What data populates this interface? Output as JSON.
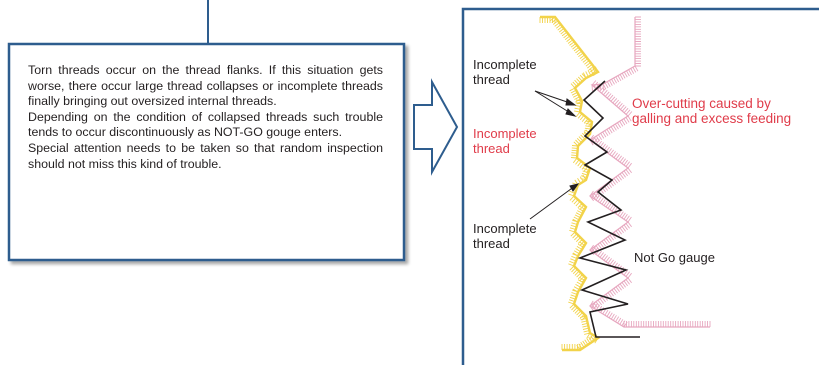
{
  "explanation": {
    "paragraphs": [
      "Torn threads occur on the thread flanks. If this situation gets worse, there occur large thread collapses or incomplete threads finally bringing out oversized internal threads.",
      "Depending on the condition of collapsed threads such trouble tends to occur discontinuously as NOT-GO gouge enters.",
      "Special attention needs to be taken so that random inspection should not miss this kind of trouble."
    ]
  },
  "diagram": {
    "label_incomplete_top": [
      "Incomplete",
      "thread"
    ],
    "label_incomplete_red": [
      "Incomplete",
      "thread"
    ],
    "label_incomplete_bottom": [
      "Incomplete",
      "thread"
    ],
    "label_overcutting": [
      "Over-cutting caused by",
      "galling and excess feeding"
    ],
    "label_not_go": "Not Go gauge"
  },
  "colors": {
    "frame_blue": "#2e5d8e",
    "red_text": "#e03c4a",
    "yellow_hatch": "#f2d34a",
    "pink_hatch": "#e7a7bf",
    "black_line": "#231f20"
  }
}
